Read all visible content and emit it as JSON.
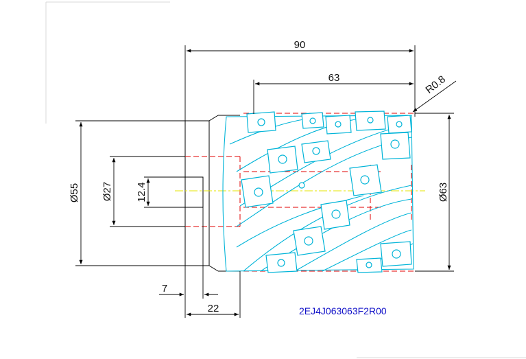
{
  "dimensions": {
    "overall_length": "90",
    "cutting_length": "63",
    "corner_radius": "R0.8",
    "shank_diameter": "Ø55",
    "bore_diameter": "Ø27",
    "keyway_width": "12.4",
    "cutter_diameter": "Ø63",
    "keyway_depth": "7",
    "shank_length": "22"
  },
  "part_code": "2EJ4J063063F2R00",
  "colors": {
    "outline": "#000000",
    "cutter": "#00b4d8",
    "hidden": "#e00000",
    "centerline": "#e6e600",
    "code_text": "#1010c8"
  }
}
